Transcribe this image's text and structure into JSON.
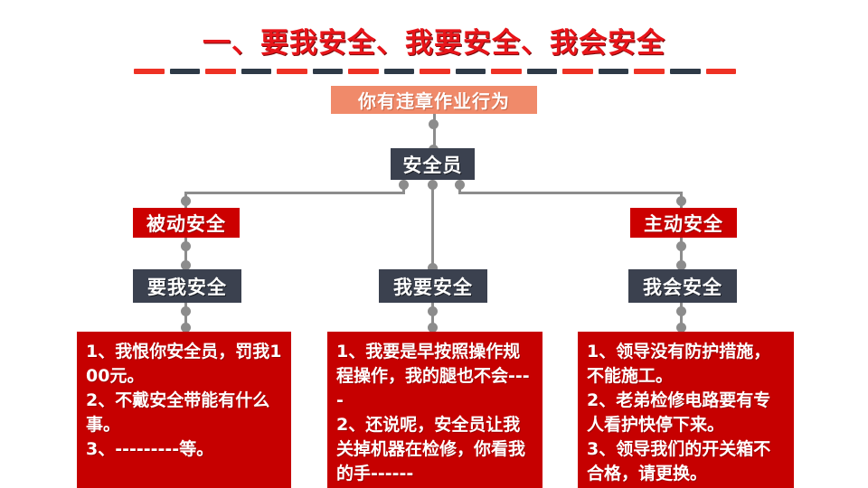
{
  "slide": {
    "title": "一、要我安全、我要安全、我会安全",
    "divider_colors": [
      "#ee3124",
      "#2e3a47"
    ],
    "accent_red": "#cc0000",
    "accent_navy": "#3b414f",
    "accent_orange": "#f08a6a",
    "connector_gray": "#8c8c8c"
  },
  "nodes": {
    "root": "你有违章作业行为",
    "role": "安全员",
    "branch_left": "被动安全",
    "branch_right": "主动安全",
    "leaf_left": "要我安全",
    "leaf_center": "我要安全",
    "leaf_right": "我会安全"
  },
  "panels": [
    {
      "name": "panel-passive",
      "lines": [
        "1、我恨你安全员，罚我100元。",
        "2、不戴安全带能有什么事。",
        "3、---------等。"
      ]
    },
    {
      "name": "panel-want",
      "lines": [
        "1、我要是早按照操作规程操作，我的腿也不会----",
        "2、还说呢，安全员让我关掉机器在检修，你看我的手------"
      ]
    },
    {
      "name": "panel-active",
      "lines": [
        "1、领导没有防护措施，不能施工。",
        "2、老弟检修电路要有专人看护快停下来。",
        "3、领导我们的开关箱不合格，请更换。"
      ]
    }
  ]
}
